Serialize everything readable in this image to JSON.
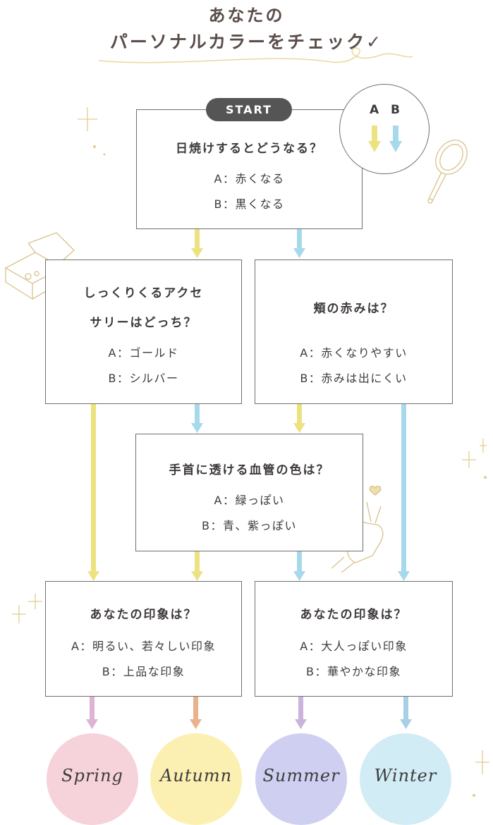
{
  "title": {
    "line1": "あなたの",
    "line2": "パーソナルカラーをチェック✓"
  },
  "start_label": "START",
  "legend": {
    "a": "A",
    "b": "B"
  },
  "colors": {
    "a_arrow": "#ece27f",
    "b_arrow": "#a7d9ec",
    "spring": "#f6d2da",
    "autumn": "#fbf0b1",
    "summer": "#cfd0f1",
    "winter": "#d2ecf6"
  },
  "q1": {
    "question": "日焼けするとどうなる？",
    "a": "A：赤くなる",
    "b": "B：黒くなる"
  },
  "q2": {
    "line1": "しっくりくるアクセ",
    "line2": "サリーはどっち？",
    "a": "A：ゴールド",
    "b": "B：シルバー"
  },
  "q3": {
    "question": "頬の赤みは？",
    "a": "A：赤くなりやすい",
    "b": "B：赤みは出にくい"
  },
  "q4": {
    "question": "手首に透ける血管の色は？",
    "a": "A：緑っぽい",
    "b": "B：青、紫っぽい"
  },
  "q5": {
    "question": "あなたの印象は？",
    "a": "A：明るい、若々しい印象",
    "b": "B：上品な印象"
  },
  "q6": {
    "question": "あなたの印象は？",
    "a": "A：大人っぽい印象",
    "b": "B：華やかな印象"
  },
  "results": {
    "spring": "Spring",
    "autumn": "Autumn",
    "summer": "Summer",
    "winter": "Winter"
  }
}
